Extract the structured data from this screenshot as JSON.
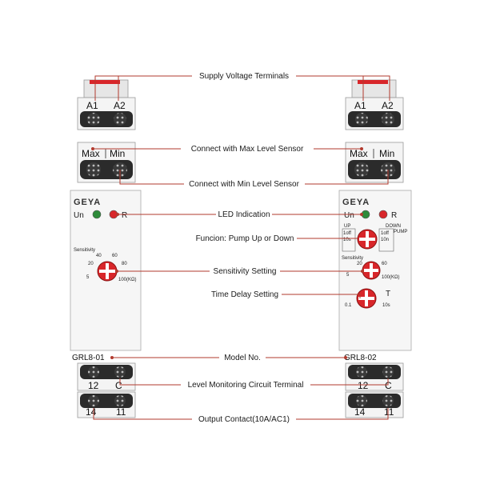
{
  "colors": {
    "leader_line": "#b23a2e",
    "knob": "#d8262a",
    "led_green": "#2e8b3a",
    "led_red": "#d8262a",
    "housing": "#f2f2f2",
    "terminal": "#2b2b2b"
  },
  "annotations": {
    "supply": "Supply Voltage Terminals",
    "max_sensor": "Connect with Max Level Sensor",
    "min_sensor": "Connect with Min Level Sensor",
    "led": "LED Indication",
    "function": "Funcion: Pump Up or Down",
    "sensitivity": "Sensitivity Setting",
    "time_delay": "Time Delay Setting",
    "model": "Model No.",
    "circuit": "Level Monitoring Circuit Terminal",
    "output": "Output Contact(10A/AC1)"
  },
  "left_device": {
    "terminal_a1": "A1",
    "terminal_a2": "A2",
    "terminal_max": "Max",
    "terminal_min": "Min",
    "brand": "GEYA",
    "led_un": "Un",
    "led_r": "R",
    "sensitivity_label": "Sensitivity",
    "sens_scale": [
      "5",
      "20",
      "40",
      "60",
      "80",
      "100(KΩ)"
    ],
    "model": "GRL8-01",
    "terminal_12": "12",
    "terminal_c": "C",
    "terminal_14": "14",
    "terminal_11": "11"
  },
  "right_device": {
    "terminal_a1": "A1",
    "terminal_a2": "A2",
    "terminal_max": "Max",
    "terminal_min": "Min",
    "brand": "GEYA",
    "led_un": "Un",
    "led_r": "R",
    "func_up": "UP",
    "func_down": "DOWN",
    "func_pump": "PUMP",
    "func_options": [
      "1off",
      "10s",
      "1off",
      "10n"
    ],
    "sensitivity_label": "Sensitivity",
    "sens_scale": [
      "5",
      "20",
      "60",
      "100(KΩ)"
    ],
    "time_scale": [
      "0.1",
      "10s"
    ],
    "time_symbol": "T",
    "model": "GRL8-02",
    "terminal_12": "12",
    "terminal_c": "C",
    "terminal_14": "14",
    "terminal_11": "11"
  }
}
